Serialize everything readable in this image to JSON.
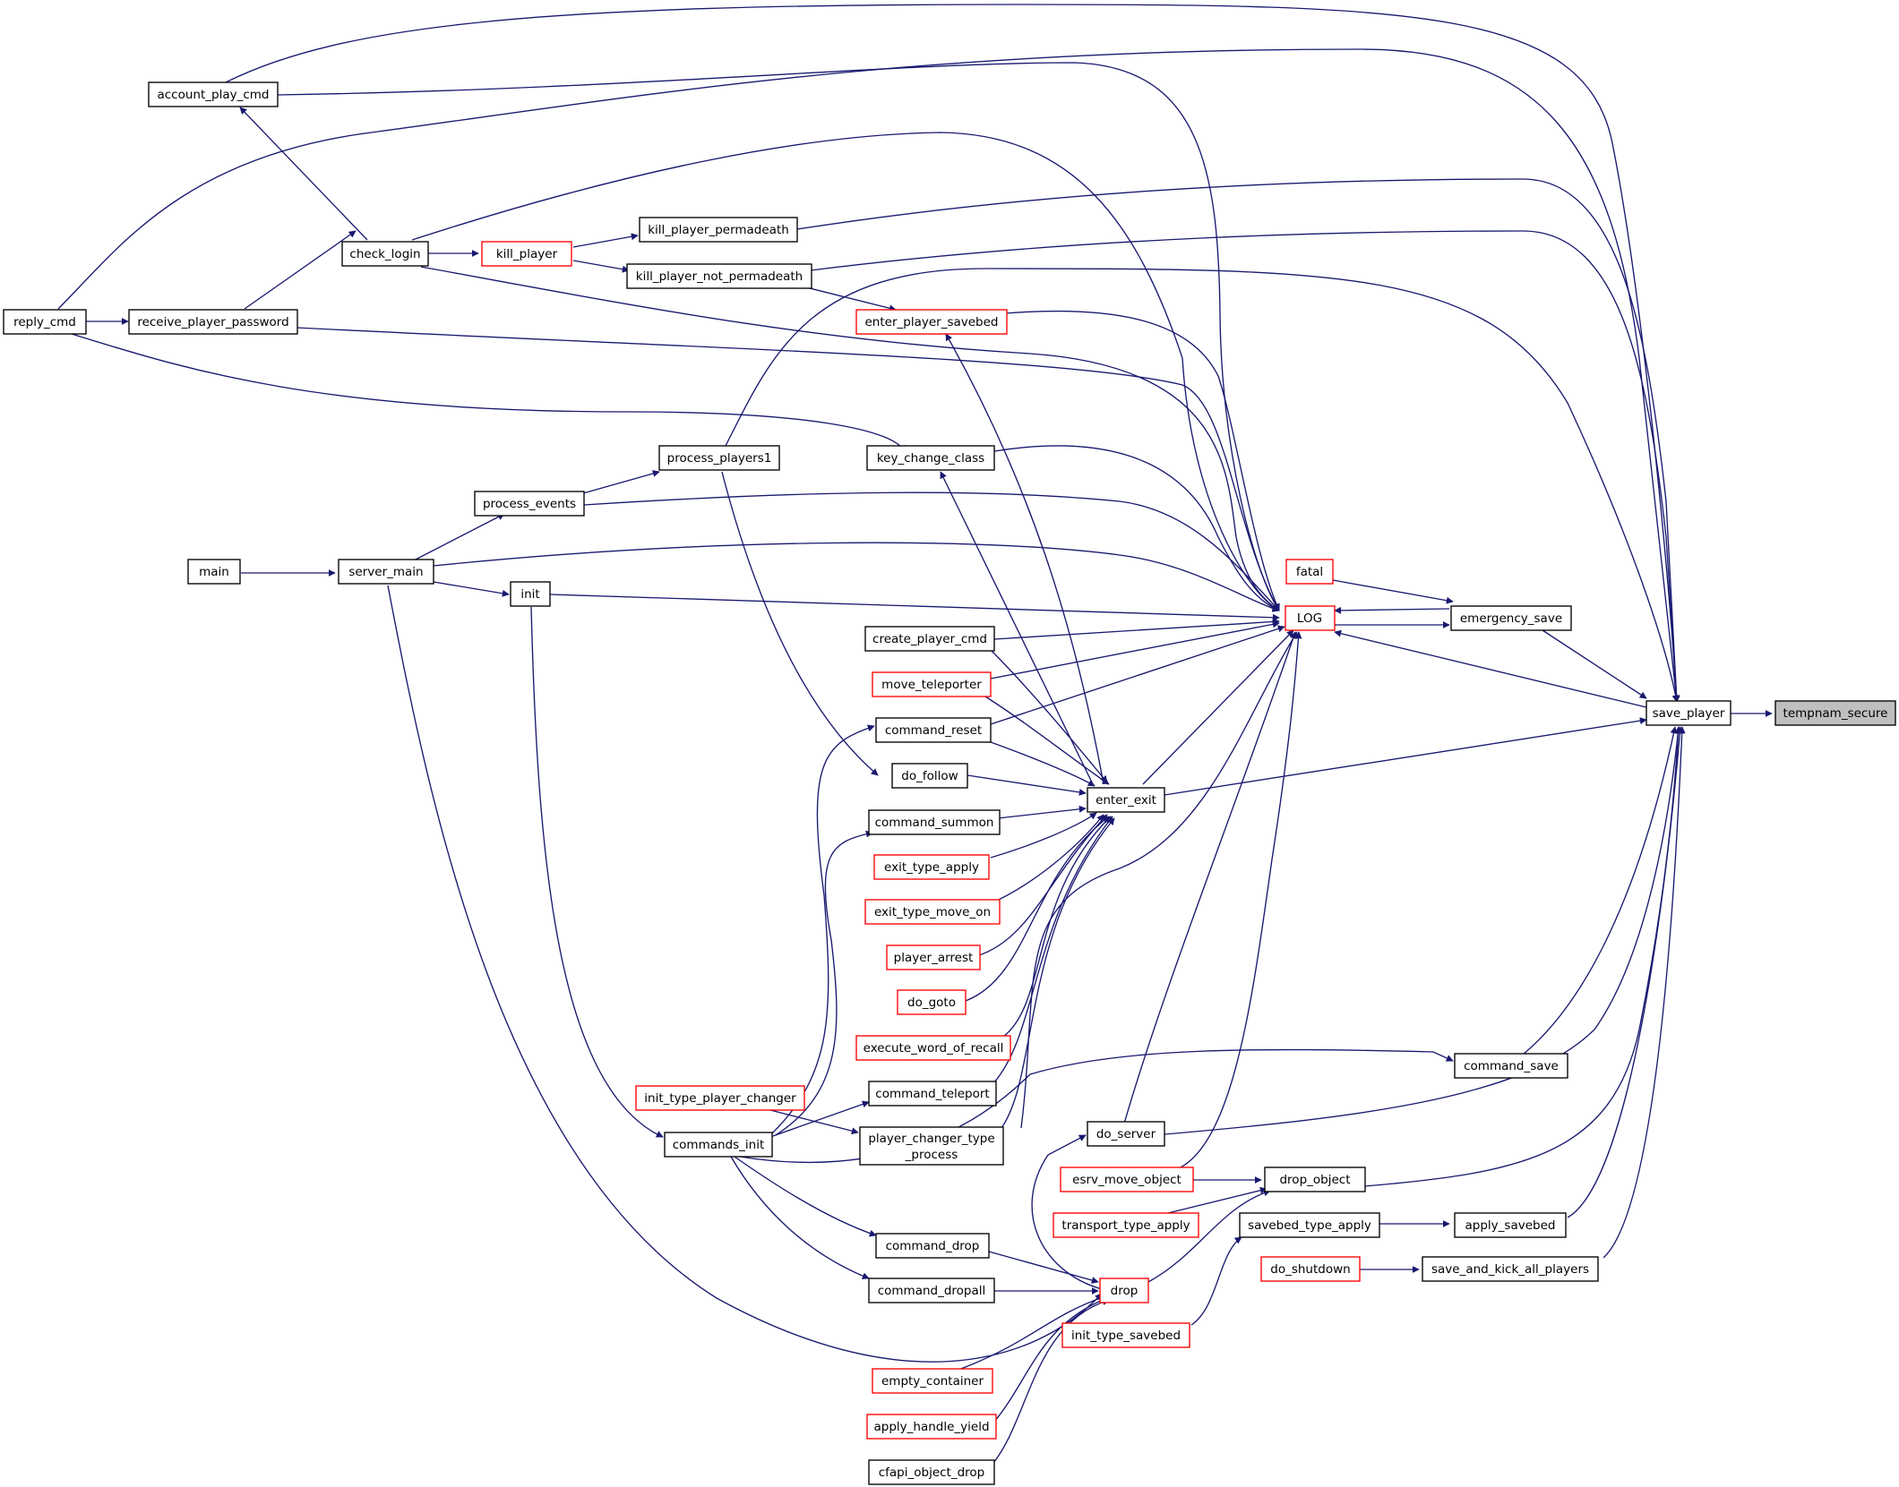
{
  "title": "",
  "colors": {
    "edge": "#191970",
    "node_border": "#000000",
    "truncated_border": "#ff0000",
    "root_fill": "#bfbfbf",
    "background": "#ffffff"
  },
  "nodes": {
    "tempnam_secure": "tempnam_secure",
    "save_player": "save_player",
    "LOG": "LOG",
    "fatal": "fatal",
    "emergency_save": "emergency_save",
    "enter_exit": "enter_exit",
    "account_play_cmd": "account_play_cmd",
    "check_login": "check_login",
    "kill_player": "kill_player",
    "kill_player_permadeath": "kill_player_permadeath",
    "kill_player_not_permadeath": "kill_player_not_permadeath",
    "enter_player_savebed": "enter_player_savebed",
    "reply_cmd": "reply_cmd",
    "receive_player_password": "receive_player_password",
    "process_players1": "process_players1",
    "key_change_class": "key_change_class",
    "process_events": "process_events",
    "main": "main",
    "server_main": "server_main",
    "init": "init",
    "create_player_cmd": "create_player_cmd",
    "move_teleporter": "move_teleporter",
    "command_reset": "command_reset",
    "do_follow": "do_follow",
    "command_summon": "command_summon",
    "exit_type_apply": "exit_type_apply",
    "exit_type_move_on": "exit_type_move_on",
    "player_arrest": "player_arrest",
    "do_goto": "do_goto",
    "execute_word_of_recall": "execute_word_of_recall",
    "command_teleport": "command_teleport",
    "init_type_player_changer": "init_type_player_changer",
    "player_changer_type_process_l1": "player_changer_type",
    "player_changer_type_process_l2": "_process",
    "commands_init": "commands_init",
    "command_save": "command_save",
    "do_server": "do_server",
    "esrv_move_object": "esrv_move_object",
    "drop_object": "drop_object",
    "transport_type_apply": "transport_type_apply",
    "savebed_type_apply": "savebed_type_apply",
    "apply_savebed": "apply_savebed",
    "do_shutdown": "do_shutdown",
    "save_and_kick_all_players": "save_and_kick_all_players",
    "command_drop": "command_drop",
    "command_dropall": "command_dropall",
    "drop": "drop",
    "init_type_savebed": "init_type_savebed",
    "empty_container": "empty_container",
    "apply_handle_yield": "apply_handle_yield",
    "cfapi_object_drop": "cfapi_object_drop"
  }
}
